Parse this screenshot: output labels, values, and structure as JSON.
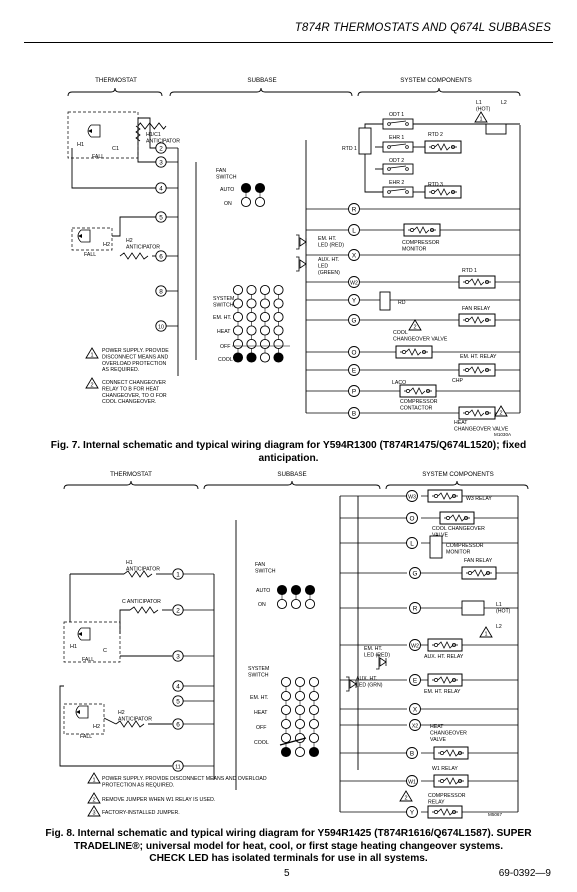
{
  "header": {
    "title": "T874R THERMOSTATS AND Q674L SUBBASES"
  },
  "fig7": {
    "sections": {
      "thermostat": "THERMOSTAT",
      "subbase": "SUBBASE",
      "system": "SYSTEM COMPONENTS"
    },
    "labels": {
      "h1": "H1",
      "c1": "C1",
      "fall": "FALL",
      "h1c1": "H1/C1",
      "anticipator": "ANTICIPATOR",
      "h2": "H2",
      "h2_anticipator": "H2",
      "fan_switch": "FAN\nSWITCH",
      "auto": "AUTO",
      "on": "ON",
      "system_switch": "SYSTEM\nSWITCH",
      "em_ht": "EM. HT.",
      "heat": "HEAT",
      "off": "OFF",
      "cool": "COOL",
      "em_ht_led": "EM. HT.\nLED (RED)",
      "aux_ht_led": "AUX. HT.\nLED\n(GREEN)",
      "odt1": "ODT 1",
      "ehr1": "EHR 1",
      "odt2": "ODT 2",
      "ehr2": "EHR 2",
      "rtd1": "RTD 1",
      "rtd2": "RTD 2",
      "rtd3": "RTD 3",
      "rtd1b": "RTD 1",
      "l1": "L1\n(HOT)",
      "l2": "L2",
      "compressor_monitor": "COMPRESSOR\nMONITOR",
      "fan_relay": "FAN RELAY",
      "rd": "RD",
      "cool_changeover": "COOL\nCHANGEOVER VALVE",
      "em_ht_relay": "EM. HT. RELAY",
      "laco": "LACO",
      "chp": "CHP",
      "compressor_contactor": "COMPRESSOR\nCONTACTOR",
      "heat_changeover": "HEAT\nCHANGEOVER VALVE",
      "code": "M1030A"
    },
    "terminals_left": [
      "2",
      "3",
      "4",
      "5",
      "6",
      "8",
      "10"
    ],
    "terminals_right": [
      "R",
      "L",
      "X",
      "W2",
      "Y",
      "G",
      "O",
      "E",
      "P",
      "B"
    ],
    "notes": [
      "POWER SUPPLY. PROVIDE\nDISCONNECT MEANS AND\nOVERLOAD PROTECTION\nAS REQUIRED.",
      "CONNECT CHANGEOVER\n RELAY TO B FOR HEAT\nCHANGEOVER, TO O FOR\nCOOL CHANGEOVER."
    ],
    "caption": "Fig. 7. Internal schematic and typical wiring diagram for Y594R1300 (T874R1475/Q674L1520); fixed anticipation."
  },
  "fig8": {
    "sections": {
      "thermostat": "THERMOSTAT",
      "subbase": "SUBBASE",
      "system": "SYSTEM COMPONENTS"
    },
    "labels": {
      "h1_anticipator": "H1\nANTICIPATOR",
      "c_anticipator": "C ANTICIPATOR",
      "h1": "H1",
      "c": "C",
      "fall": "FALL",
      "h2": "H2",
      "h2_anticipator": "H2\nANTICIPATOR",
      "fan_switch": "FAN\nSWITCH",
      "auto": "AUTO",
      "on": "ON",
      "system_switch": "SYSTEM\nSWITCH",
      "em_ht": "EM. HT.",
      "heat": "HEAT",
      "off": "OFF",
      "cool": "COOL",
      "em_ht_led": "EM. HT.\nLED (RED)",
      "aux_ht_led": "AUX. HT.\nLED (GRN)",
      "w3_relay": "W3 RELAY",
      "cool_changeover": "COOL CHANGEOVER\nVALVE",
      "compressor_monitor": "COMPRESSOR\nMONITOR",
      "fan_relay": "FAN RELAY",
      "l1": "L1\n(HOT)",
      "l2": "L2",
      "aux_ht_relay": "AUX. HT. RELAY",
      "em_ht_relay": "EM. HT. RELAY",
      "heat_changeover": "HEAT\nCHANGEOVER\nVALVE",
      "w1_relay": "W1 RELAY",
      "compressor_relay": "COMPRESSOR\nRELAY",
      "code": "M5067"
    },
    "terminals_left": [
      "1",
      "2",
      "3",
      "4",
      "5",
      "6",
      "11"
    ],
    "terminals_right": [
      "W3",
      "O",
      "L",
      "G",
      "R",
      "W2",
      "E",
      "X",
      "X2",
      "B",
      "W1",
      "Y"
    ],
    "notes": [
      "POWER SUPPLY. PROVIDE DISCONNECT MEANS AND OVERLOAD\nPROTECTION AS REQUIRED.",
      "REMOVE JUMPER WHEN W1 RELAY IS USED.",
      "FACTORY-INSTALLED JUMPER."
    ],
    "caption": "Fig. 8. Internal schematic and typical wiring diagram for Y594R1425 (T874R1616/Q674L1587). SUPER\nTRADELINE®; universal model for heat, cool, or first stage heating changeover systems.\nCHECK LED has isolated terminals for use in all systems."
  },
  "footer": {
    "page": "5",
    "doc": "69-0392—9"
  }
}
